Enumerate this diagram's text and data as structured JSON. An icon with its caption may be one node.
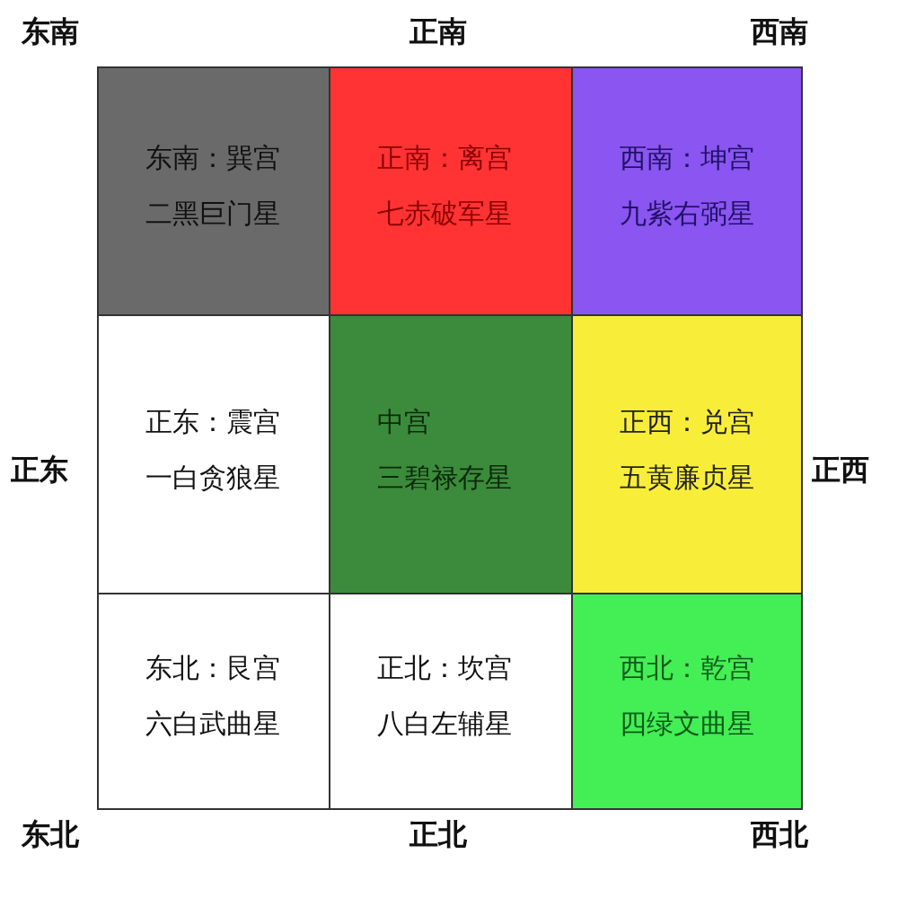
{
  "diagram": {
    "nodes": [
      {
        "text": [
          "东南：巽宫",
          "二黑巨门星"
        ]
      },
      {
        "text": [
          "正南：离宫",
          "七赤破军星"
        ]
      },
      {
        "text": [
          "西南：坤宫",
          "九紫右弼星"
        ]
      },
      {
        "text": [
          "正东：震宫",
          "一白贪狼星"
        ]
      },
      {
        "text": [
          "中宫",
          "三碧禄存星"
        ]
      },
      {
        "text": [
          "正西：兑宫",
          "五黄廉贞星"
        ]
      },
      {
        "text": [
          "东北：艮宫",
          "六白武曲星"
        ]
      },
      {
        "text": [
          "正北：坎宫",
          "八白左辅星"
        ]
      },
      {
        "text": [
          "西北：乾宫",
          "四绿文曲星"
        ]
      }
    ],
    "labels": [
      "东南",
      "正南",
      "西南",
      "正东",
      "正西",
      "东北",
      "正北",
      "西北"
    ]
  }
}
